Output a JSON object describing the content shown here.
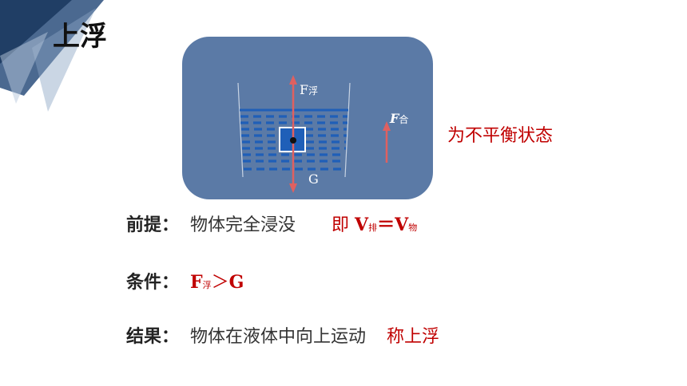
{
  "title": "上浮",
  "diagram": {
    "buoyancy_label_main": "F",
    "buoyancy_label_sub": "浮",
    "gravity_label": "G",
    "net_force_label_main": "F",
    "net_force_label_sub": "合",
    "arrow_color": "#e06060",
    "panel_color": "#5b7aa6",
    "water_line_color": "#1f5fb8"
  },
  "net_force_note": "为不平衡状态",
  "premise": {
    "label": "前提：",
    "text": "物体完全浸没",
    "equiv_prefix": "即 ",
    "v1_main": "V",
    "v1_sub": "排",
    "equals": "＝",
    "v2_main": "V",
    "v2_sub": "物"
  },
  "condition": {
    "label": "条件：",
    "f_main": "F",
    "f_sub": "浮",
    "gt": "＞",
    "g": "G"
  },
  "result": {
    "label": "结果：",
    "text": "物体在液体中向上运动",
    "suffix": "称上浮"
  },
  "colors": {
    "accent_red": "#c00000",
    "deco_blue": "#2c4f7c"
  }
}
